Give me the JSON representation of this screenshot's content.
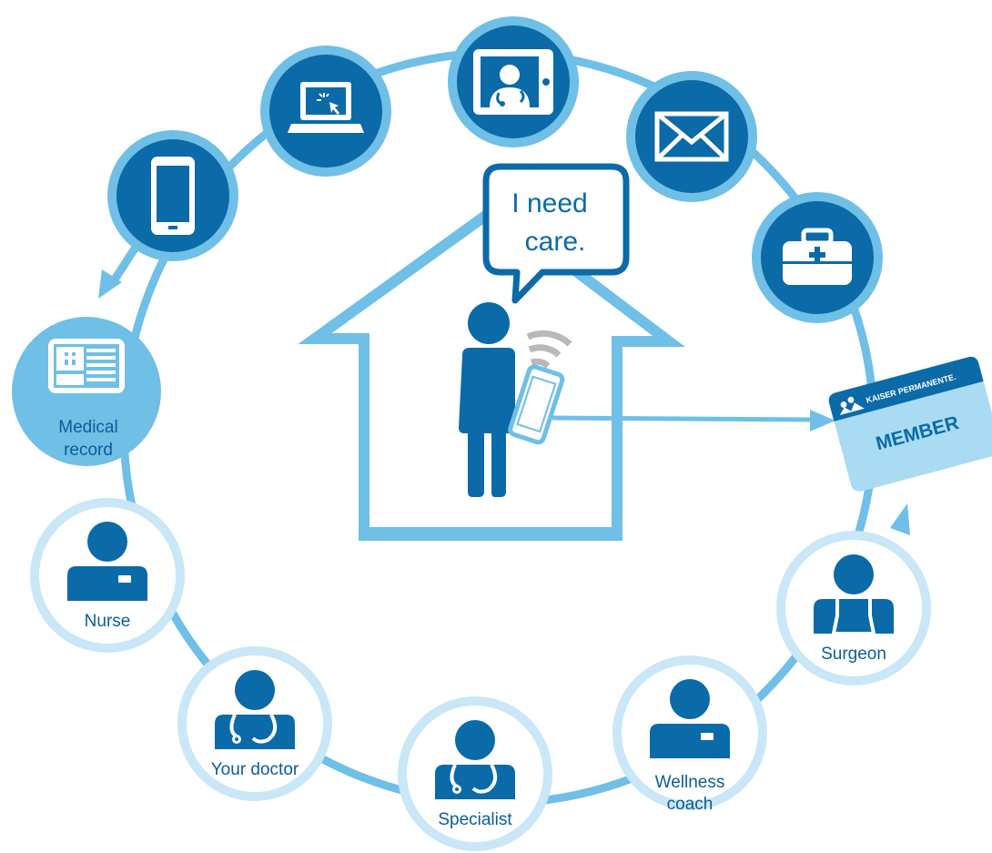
{
  "speech_bubble": {
    "line1": "I need",
    "line2": "care."
  },
  "channels": [
    {
      "name": "phone-icon"
    },
    {
      "name": "laptop-icon"
    },
    {
      "name": "video-visit-icon"
    },
    {
      "name": "email-icon"
    },
    {
      "name": "medical-kit-icon"
    }
  ],
  "medical_record": {
    "line1": "Medical",
    "line2": "record",
    "icon": "medical-record-icon"
  },
  "care_team": [
    {
      "label": "Nurse",
      "icon": "nurse-icon"
    },
    {
      "label": "Your doctor",
      "icon": "doctor-icon"
    },
    {
      "label": "Specialist",
      "icon": "specialist-icon"
    },
    {
      "label_line1": "Wellness",
      "label_line2": "coach",
      "icon": "wellness-coach-icon"
    },
    {
      "label": "Surgeon",
      "icon": "surgeon-icon"
    }
  ],
  "member_card": {
    "brand": "KAISER PERMANENTE.",
    "title": "MEMBER"
  },
  "colors": {
    "dark_blue": "#0b6aa8",
    "mid_blue": "#6fbfe6",
    "light_blue": "#c9e7f6",
    "card_blue": "#a9dbf2",
    "text_blue": "#0b5d99",
    "wifi_gray": "#b8b8b8"
  }
}
